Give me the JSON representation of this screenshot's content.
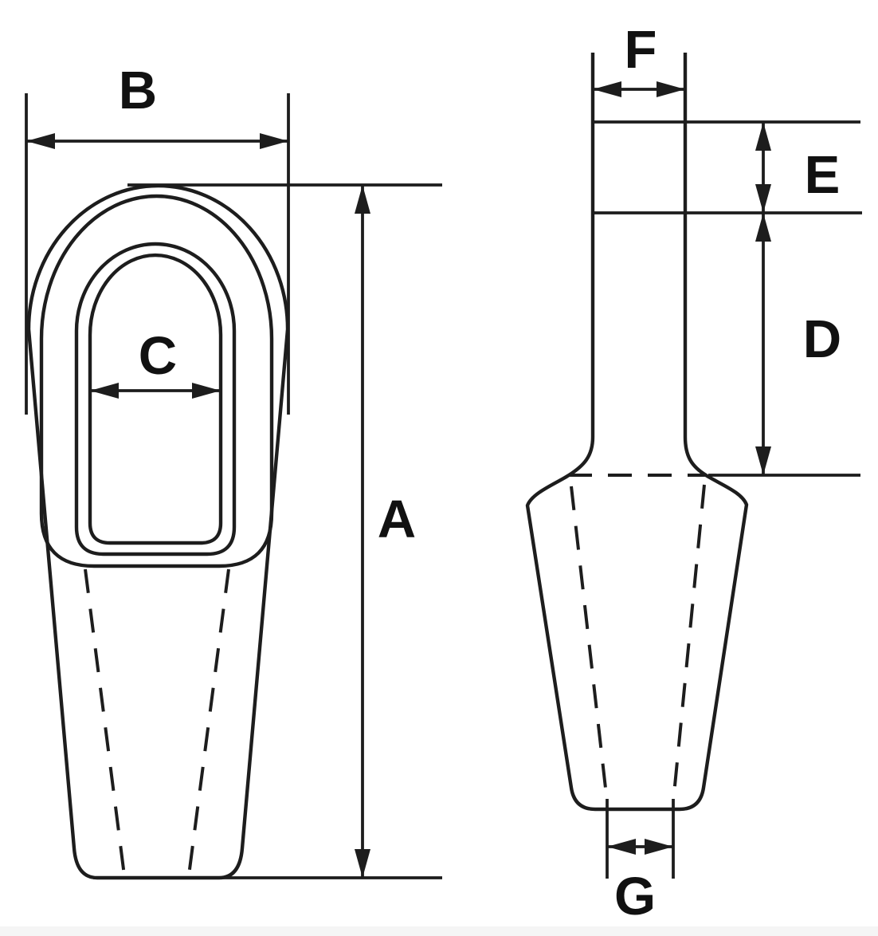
{
  "page": {
    "background_color": "#ffffff",
    "footer_bar_color": "#f5f5f5",
    "line_color": "#1d1d1d",
    "label_color": "#111111"
  },
  "diagram": {
    "dimension_labels": {
      "a": "A",
      "b": "B",
      "c": "C",
      "d": "D",
      "e": "E",
      "f": "F",
      "g": "G"
    }
  }
}
